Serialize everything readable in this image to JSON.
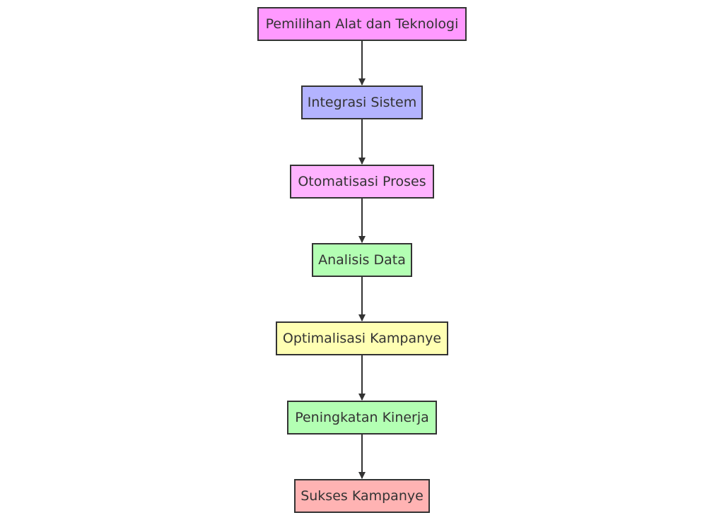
{
  "diagram": {
    "type": "flowchart",
    "direction": "top-to-bottom",
    "nodes": [
      {
        "id": "n1",
        "label": "Pemilihan Alat dan Teknologi",
        "color": "#ff99ff"
      },
      {
        "id": "n2",
        "label": "Integrasi Sistem",
        "color": "#b3b3ff"
      },
      {
        "id": "n3",
        "label": "Otomatisasi Proses",
        "color": "#ffb3ff"
      },
      {
        "id": "n4",
        "label": "Analisis Data",
        "color": "#b3ffb3"
      },
      {
        "id": "n5",
        "label": "Optimalisasi Kampanye",
        "color": "#ffffb3"
      },
      {
        "id": "n6",
        "label": "Peningkatan Kinerja",
        "color": "#b3ffb3"
      },
      {
        "id": "n7",
        "label": "Sukses Kampanye",
        "color": "#ffb3b3"
      }
    ],
    "edges": [
      {
        "from": "n1",
        "to": "n2"
      },
      {
        "from": "n2",
        "to": "n3"
      },
      {
        "from": "n3",
        "to": "n4"
      },
      {
        "from": "n4",
        "to": "n5"
      },
      {
        "from": "n5",
        "to": "n6"
      },
      {
        "from": "n6",
        "to": "n7"
      }
    ],
    "stroke_color": "#333333"
  }
}
